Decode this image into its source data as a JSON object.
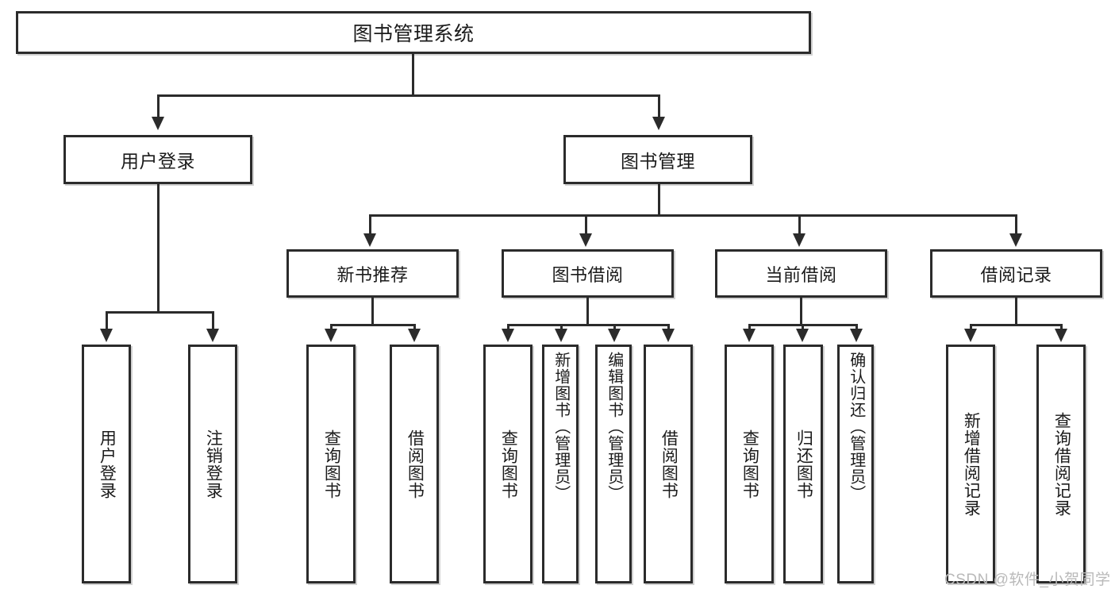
{
  "diagram": {
    "title": "图书管理系统",
    "type": "function-tree",
    "colors": {
      "box_border": "#2b2b2b",
      "box_fill": "#ffffff",
      "connector": "#2b2b2b",
      "text": "#1b1b1b",
      "watermark": "#b9b9b9",
      "background": "#ffffff"
    },
    "root": {
      "label": "图书管理系统"
    },
    "level2": [
      {
        "label": "用户登录"
      },
      {
        "label": "图书管理"
      }
    ],
    "level3": [
      {
        "label": "新书推荐"
      },
      {
        "label": "图书借阅"
      },
      {
        "label": "当前借阅"
      },
      {
        "label": "借阅记录"
      }
    ],
    "leaves": {
      "user_login": [
        {
          "label": "用户登录"
        },
        {
          "label": "注销登录"
        }
      ],
      "new_book_recommend": [
        {
          "label": "查询图书"
        },
        {
          "label": "借阅图书"
        }
      ],
      "book_borrow": [
        {
          "label": "查询图书"
        },
        {
          "label": "新增图书（管理员）"
        },
        {
          "label": "编辑图书（管理员）"
        },
        {
          "label": "借阅图书"
        }
      ],
      "current_borrow": [
        {
          "label": "查询图书"
        },
        {
          "label": "归还图书"
        },
        {
          "label": "确认归还（管理员）"
        }
      ],
      "borrow_record": [
        {
          "label": "新增借阅记录"
        },
        {
          "label": "查询借阅记录"
        }
      ]
    },
    "watermark": "CSDN @软件_小贺同学"
  }
}
